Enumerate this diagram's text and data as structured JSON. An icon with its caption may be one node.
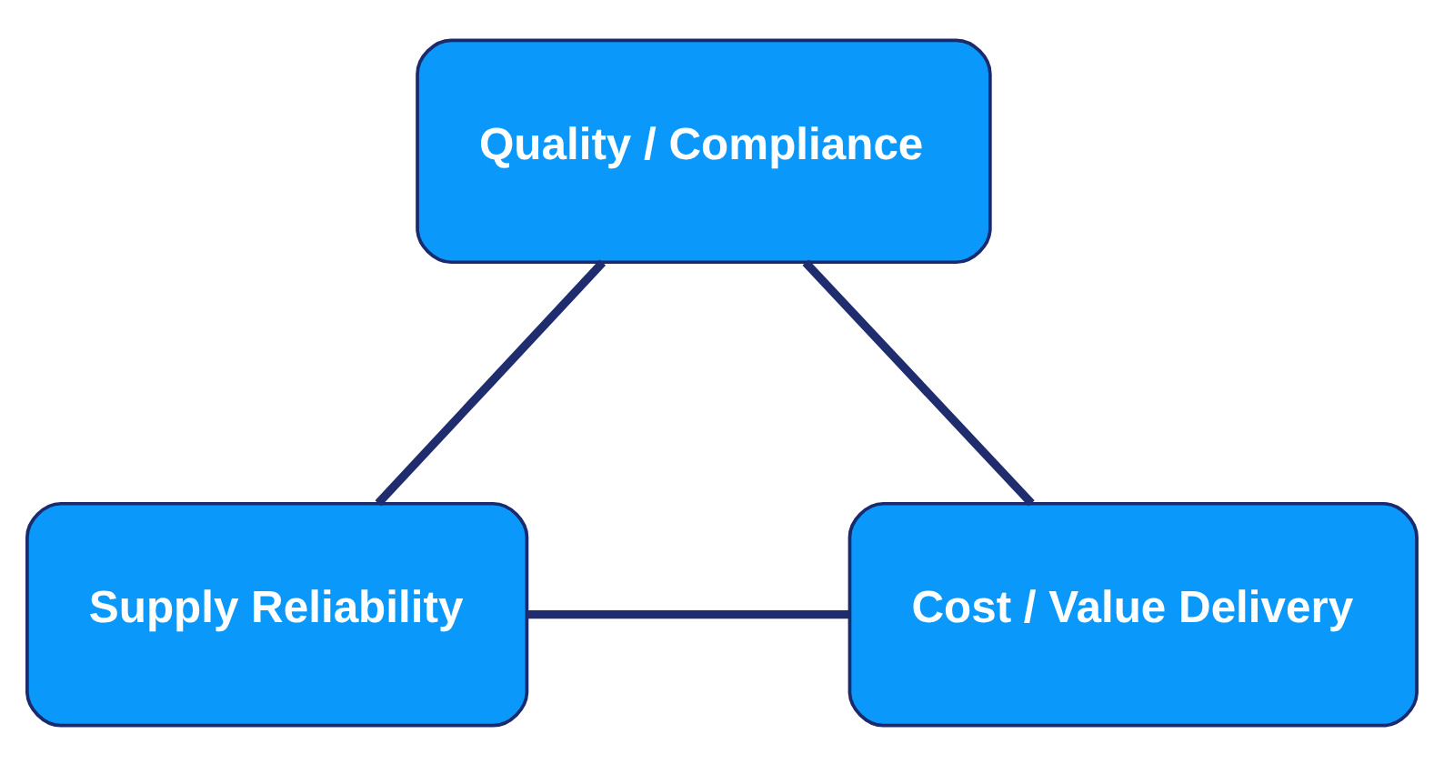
{
  "diagram": {
    "nodes": [
      {
        "text": [
          "Quality / Compliance"
        ]
      },
      {
        "text": [
          "Supply Reliability"
        ]
      },
      {
        "text": [
          "Cost / Value Delivery"
        ]
      }
    ],
    "edges": [
      {
        "from": 0,
        "to": 1,
        "arrow": "none"
      },
      {
        "from": 0,
        "to": 2,
        "arrow": "none"
      },
      {
        "from": 1,
        "to": 2,
        "arrow": "none"
      }
    ]
  }
}
